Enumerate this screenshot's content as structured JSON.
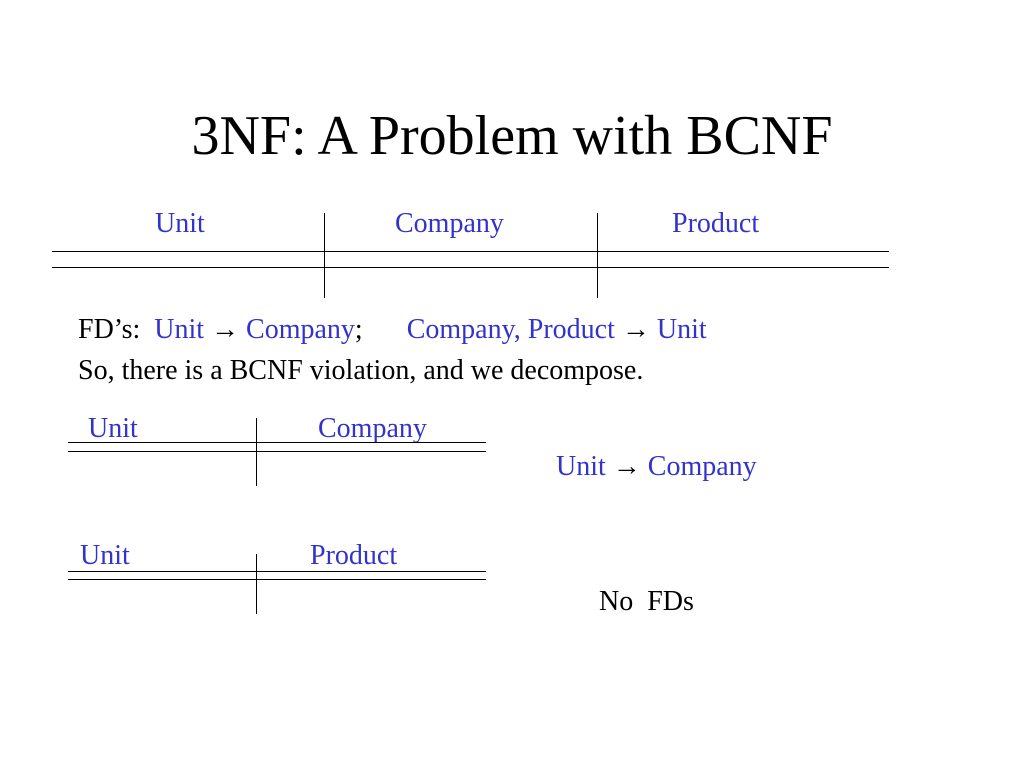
{
  "slide": {
    "title": "3NF: A Problem with BCNF",
    "relation": {
      "columns": [
        "Unit",
        "Company",
        "Product"
      ]
    },
    "fds": {
      "prefix": "FD’s:",
      "fd1_lhs": "Unit",
      "arrow": "→",
      "fd1_rhs": "Company",
      "separator": ";",
      "fd2_lhs": "Company, Product",
      "fd2_rhs": "Unit",
      "conclusion": "So, there is a BCNF violation, and we decompose."
    },
    "decomposition": {
      "r1": {
        "columns": [
          "Unit",
          "Company"
        ],
        "fd_lhs": "Unit",
        "fd_rhs": "Company"
      },
      "r2": {
        "columns": [
          "Unit",
          "Product"
        ],
        "note": "No  FDs"
      }
    }
  },
  "colors": {
    "accent": "#3333cc",
    "text": "#000000",
    "background": "#ffffff"
  }
}
